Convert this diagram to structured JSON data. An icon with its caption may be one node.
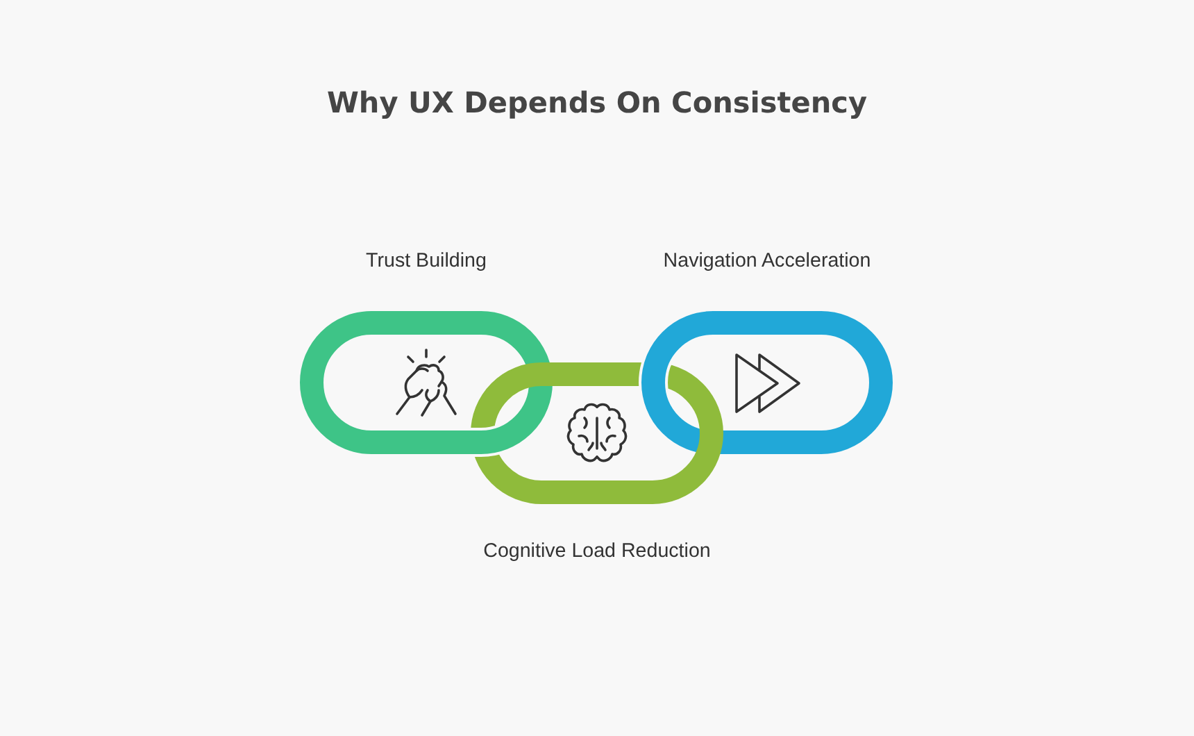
{
  "diagram": {
    "title": "Why UX Depends On Consistency",
    "nodes": [
      {
        "text": [],
        "shape": "ring",
        "beside": [
          "Trust Building"
        ]
      },
      {
        "text": [],
        "shape": "ring",
        "beside": [
          "Cognitive Load Reduction"
        ]
      },
      {
        "text": [],
        "shape": "ring",
        "beside": [
          "Navigation Acceleration"
        ]
      }
    ]
  }
}
